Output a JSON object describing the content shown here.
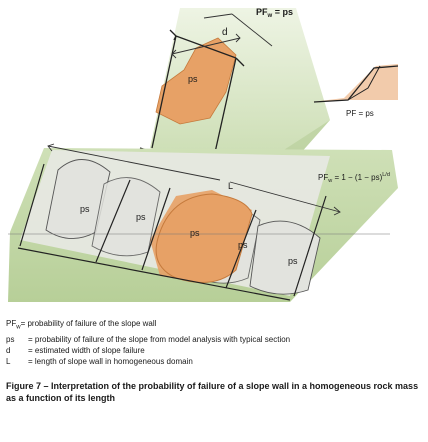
{
  "diagram": {
    "top_label_pfw": "PF",
    "top_label_eq": " = ps",
    "d_label": "d",
    "ps_label": "ps",
    "section_pf_label": "PF = ps",
    "L_label": "L",
    "formula_prefix": "PF",
    "formula_main": " = 1 − (1 − ps)",
    "formula_exponent": "L/d",
    "cells": [
      "ps",
      "ps",
      "ps",
      "ps",
      "ps"
    ]
  },
  "legend": [
    {
      "symbol": "PF",
      "sub": "w",
      "text": " = probability of failure of the slope wall"
    },
    {
      "symbol": "ps",
      "sub": "",
      "text": " = probability of failure of the slope from model analysis with typical section"
    },
    {
      "symbol": "d",
      "sub": "",
      "text": " = estimated width of slope failure"
    },
    {
      "symbol": "L",
      "sub": "",
      "text": " = length of slope wall in homogeneous domain"
    }
  ],
  "caption": "Figure 7 – Interpretation of the probability of failure of a slope wall in a homogeneous rock mass as a function of its length",
  "colors": {
    "slope_green": "#c8dcae",
    "slope_dark": "#a9c38a",
    "failure_orange": "#e7a166",
    "cell_gray": "#e7e8e3"
  }
}
